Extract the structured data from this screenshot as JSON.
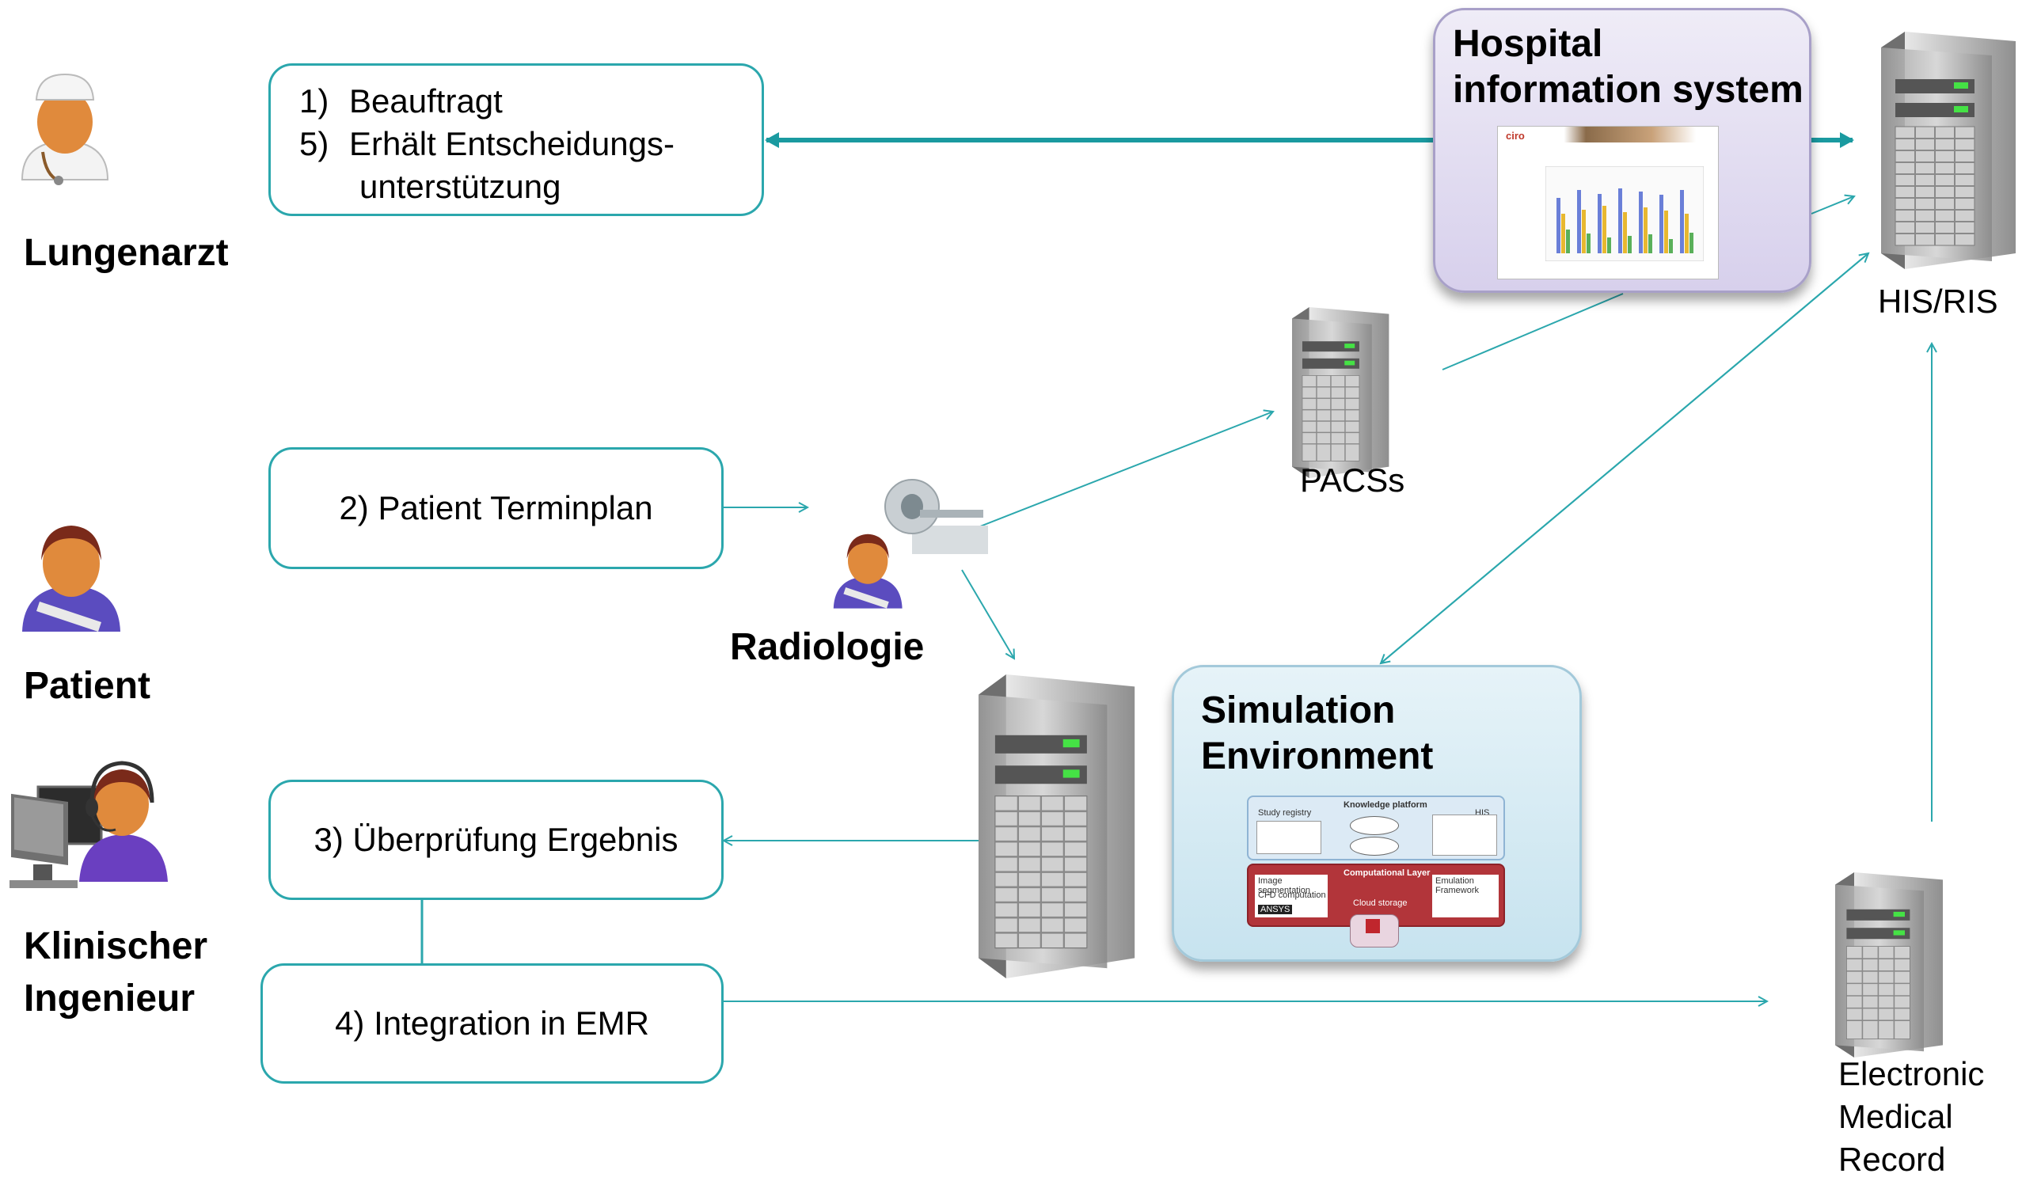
{
  "actors": {
    "pulmonologist": "Lungenarzt",
    "patient": "Patient",
    "engineer_line1": "Klinischer",
    "engineer_line2": "Ingenieur",
    "radiology": "Radiologie"
  },
  "steps": {
    "step1_num": "1)",
    "step1_text": "Beauftragt",
    "step5_num": "5)",
    "step5_line1": "Erhält Entscheidungs-",
    "step5_line2": "unterstützung",
    "step2": "2) Patient Terminplan",
    "step3": "3) Überprüfung Ergebnis",
    "step4": "4) Integration in EMR"
  },
  "systems": {
    "his_title_line1": "Hospital",
    "his_title_line2": "information system",
    "his_ris": "HIS/RIS",
    "pacs": "PACSs",
    "sim_title_line1": "Simulation",
    "sim_title_line2": "Environment",
    "emr_line1": "Electronic",
    "emr_line2": "Medical",
    "emr_line3": "Record"
  },
  "thumbnail": {
    "logo": "ciro",
    "sim_knowledge": "Knowledge platform",
    "sim_study": "Study registry",
    "sim_his": "HIS",
    "sim_comp": "Computational Layer",
    "sim_cloud": "Cloud storage",
    "sim_cfd": "CFD computation",
    "sim_image": "Image segmentation",
    "sim_emul": "Emulation Framework",
    "sim_ansys": "ANSYS"
  },
  "colors": {
    "teal": "#2ba7ad",
    "teal_dark": "#1a9aa0",
    "his_panel": "#dcd6ef",
    "sim_panel": "#cfe7f2"
  },
  "icons": [
    "doctor-icon",
    "patient-icon",
    "engineer-icon",
    "radiologist-icon",
    "ct-scanner-icon",
    "server-icon"
  ]
}
